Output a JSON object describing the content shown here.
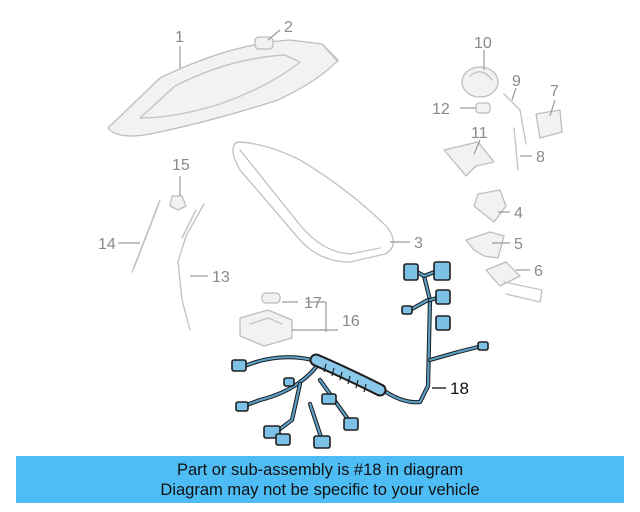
{
  "callouts": {
    "c1": "1",
    "c2": "2",
    "c3": "3",
    "c4": "4",
    "c5": "5",
    "c6": "6",
    "c7": "7",
    "c8": "8",
    "c9": "9",
    "c10": "10",
    "c11": "11",
    "c12": "12",
    "c13": "13",
    "c14": "14",
    "c15": "15",
    "c16": "16",
    "c17": "17",
    "c18": "18"
  },
  "banner": {
    "line1": "Part or sub-assembly is #18 in diagram",
    "line2": "Diagram may not be specific to your vehicle"
  },
  "colors": {
    "banner_bg": "#4fbdf5",
    "highlight": "#7cc0e6",
    "ghost": "#c4c4c4"
  }
}
